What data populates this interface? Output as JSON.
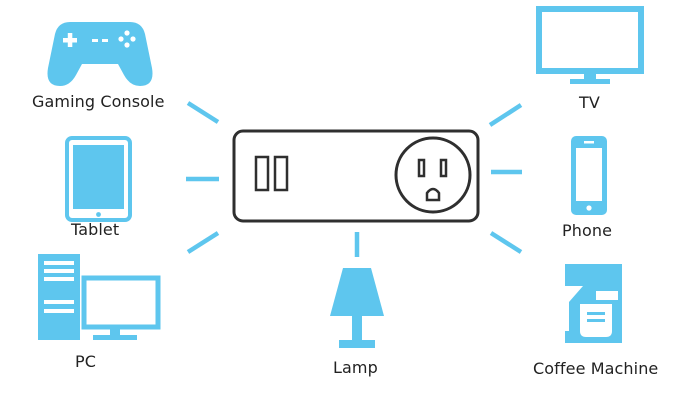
{
  "colors": {
    "icon_blue": "#5ec6ee",
    "icon_blue_light": "#ffffff",
    "hub_stroke": "#2f2f2f",
    "text": "#222222",
    "background": "#ffffff"
  },
  "hub": {
    "icon": "smart-plug-icon"
  },
  "devices": {
    "gaming_console": {
      "label": "Gaming Console",
      "icon": "gamepad-icon"
    },
    "tablet": {
      "label": "Tablet",
      "icon": "tablet-icon"
    },
    "pc": {
      "label": "PC",
      "icon": "desktop-pc-icon"
    },
    "lamp": {
      "label": "Lamp",
      "icon": "lamp-icon"
    },
    "tv": {
      "label": "TV",
      "icon": "tv-icon"
    },
    "phone": {
      "label": "Phone",
      "icon": "phone-icon"
    },
    "coffee_machine": {
      "label": "Coffee Machine",
      "icon": "coffee-machine-icon"
    }
  }
}
